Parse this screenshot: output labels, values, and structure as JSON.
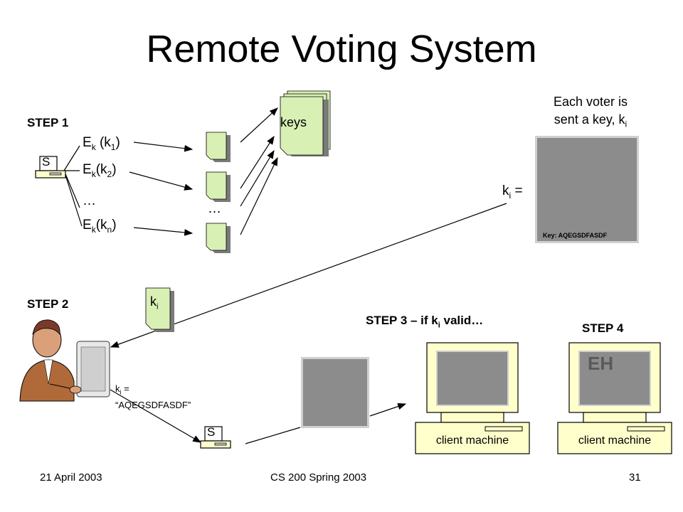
{
  "title": "Remote Voting System",
  "steps": {
    "step1": "STEP 1",
    "step2": "STEP 2",
    "step3_prefix": "STEP 3 – if k",
    "step3_sub": "i",
    "step3_suffix": " valid…",
    "step4": "STEP 4"
  },
  "server_label": "S",
  "encrypted": [
    {
      "base": "E",
      "sub1": "k",
      "mid": " (k",
      "sub2": "1",
      "end": ")"
    },
    {
      "base": "E",
      "sub1": "k",
      "mid": "(k",
      "sub2": "2",
      "end": ")"
    },
    {
      "text": "…"
    },
    {
      "base": "E",
      "sub1": "k",
      "mid": "(k",
      "sub2": "n",
      "end": ")"
    }
  ],
  "doc_ellipsis": "…",
  "keys_label": "keys",
  "caption": {
    "line1": "Each voter is",
    "line2": "sent a key, k",
    "line2_sub": "i"
  },
  "ki_equals": {
    "base": "k",
    "sub": "i",
    "end": " ="
  },
  "key_screen_text": "Key: AQEGSDFASDF",
  "ki_doc": {
    "base": "k",
    "sub": "i"
  },
  "voter_key": {
    "line1_base": "k",
    "line1_sub": "i",
    "line1_end": " =",
    "line2": "“AQEGSDFASDF”"
  },
  "screen_text_step4": "EH",
  "client_label": "client machine",
  "footer": {
    "date": "21 April 2003",
    "course": "CS 200 Spring 2003",
    "page": "31"
  },
  "colors": {
    "doc_fill": "#d9f0b5",
    "doc_shadow": "#7a7a7a",
    "monitor_fill": "#ffffcc",
    "screen_gray": "#8c8c8c"
  }
}
